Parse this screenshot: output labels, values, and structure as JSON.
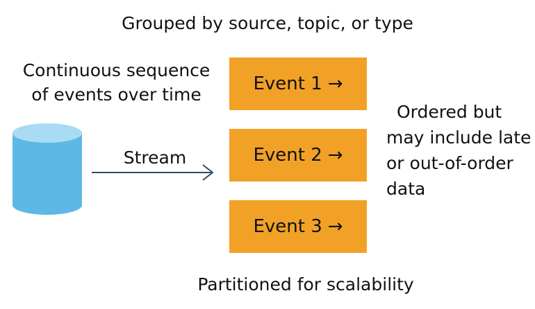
{
  "diagram": {
    "top_caption": "Grouped by source, topic, or type",
    "left_caption_lines": [
      "Continuous sequence",
      "of events over time"
    ],
    "stream_label": "Stream",
    "events": [
      {
        "label": "Event 1",
        "arrow": "→"
      },
      {
        "label": "Event 2",
        "arrow": "→"
      },
      {
        "label": "Event 3",
        "arrow": "→"
      }
    ],
    "right_caption_lines": [
      "Ordered but",
      "may include late",
      "or out-of-order",
      "data"
    ],
    "bottom_caption": "Partitioned for scalability",
    "icons": {
      "source": "database-cylinder-icon",
      "stream_arrow": "arrow-right-icon"
    },
    "colors": {
      "event_fill": "#f2a127",
      "cylinder_fill": "#5db8e6",
      "cylinder_top": "#a9dcf3",
      "arrow": "#2f4a68"
    }
  }
}
